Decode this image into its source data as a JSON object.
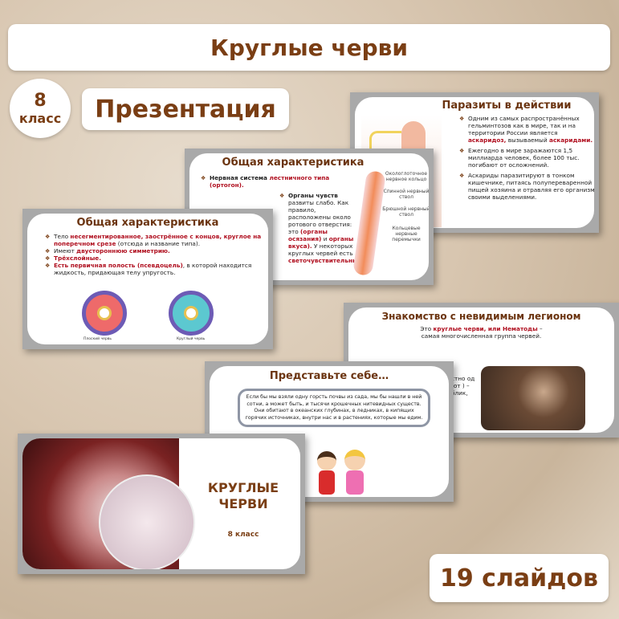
{
  "header": {
    "title": "Круглые черви"
  },
  "grade": {
    "number": "8",
    "label": "класс"
  },
  "type_label": "Презентация",
  "slide_count": "19 слайдов",
  "slides": {
    "parasites": {
      "title": "Паразиты в действии",
      "b1a": "Одним из самых распространённых гельминтозов как в мире, так и на территории России является ",
      "b1r": "аскаридоз,",
      "b1b": " вызываемый ",
      "b1r2": "аскаридами.",
      "b2": "Ежегодно в мире заражаются 1,5 миллиарда человек, более 100 тыс. погибают от осложнений.",
      "b3": "Аскариды паразитируют в тонком кишечнике, питаясь полупереваренной пищей хозяина и отравляя его организм своими выделениями."
    },
    "general2": {
      "title": "Общая характеристика",
      "b1a": "Нервная система ",
      "b1r": "лестничного типа (ортогон).",
      "b2a": "Органы чувств",
      "b2b": " развиты слабо. Как правило, расположены около ротового отверстия: это ",
      "b2r": "(органы осязания)",
      "b2c": " и ",
      "b2r2": "органы вкуса).",
      "b2d": " У некоторых круглых червей есть ",
      "b2r3": "светочувствительные",
      "labels": [
        "Окологлоточное нервное кольцо",
        "Спинной нервный ствол",
        "Брюшной нервный ствол",
        "Кольцевые нервные перемычки"
      ]
    },
    "general1": {
      "title": "Общая характеристика",
      "b1a": "Тело ",
      "b1r": "несегментированное, заострённое с концов, круглое на поперечном срезе",
      "b1b": " (отсюда и название типа).",
      "b2a": "Имеют ",
      "b2r": "двустороннюю симметрию.",
      "b3r": "Трёхслойные.",
      "b4r": "Есть первичная полость (псевдоцель)",
      "b4b": ", в которой находится жидкость, придающая телу упругость.",
      "caption_left": "Плоский червь",
      "caption_right": "Круглый червь"
    },
    "legion": {
      "title": "Знакомство с невидимым легионом",
      "l1a": "Это ",
      "l1r": "круглые черви, или Нематоды",
      "l1b": " –",
      "l2": "самая многочисленная группа червей.",
      "frag": "стно од (от ) – блик,"
    },
    "imagine": {
      "title": "Представьте себе…",
      "text": "Если бы мы взяли одну горсть почвы из сада, мы бы нашли в ней сотни, а может быть, и тысячи крошечных нитевидных существ. Они обитают в океанских глубинах, в ледниках, в кипящих горячих источниках, внутри нас и в растениях, которые мы едим."
    },
    "title_slide": {
      "title": "КРУГЛЫЕ ЧЕРВИ",
      "subtitle": "8 класс"
    }
  }
}
